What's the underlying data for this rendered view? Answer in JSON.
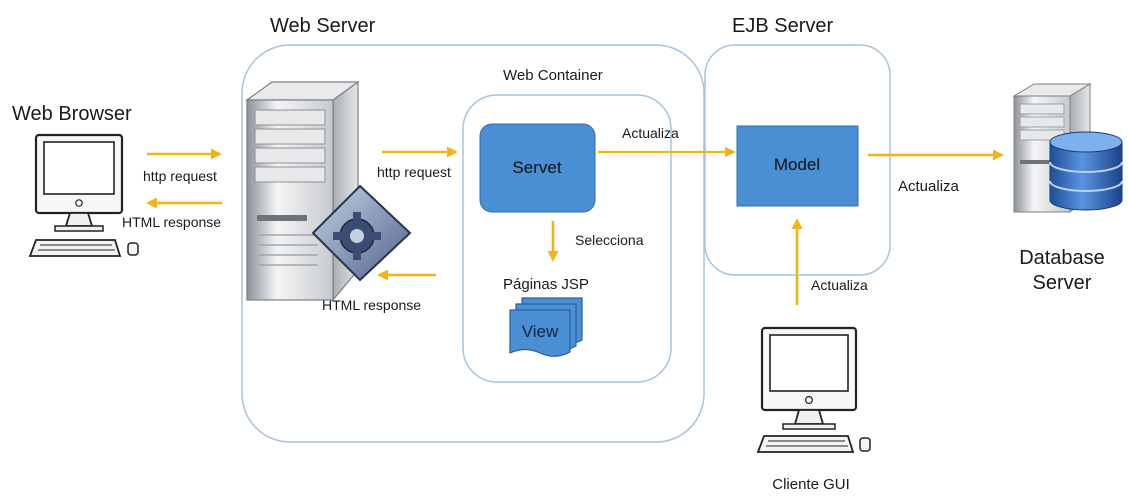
{
  "labels": {
    "web_server": "Web Server",
    "web_container": "Web Container",
    "ejb_server": "EJB Server",
    "web_browser": "Web Browser",
    "http_request_browser": "http request",
    "html_response_browser": "HTML response",
    "http_request_container": "http request",
    "html_response_server": "HTML response",
    "servet": "Servet",
    "selecciona": "Selecciona",
    "paginas_jsp": "Páginas JSP",
    "view": "View",
    "actualiza_servet_model": "Actualiza",
    "model": "Model",
    "actualiza_model_db": "Actualiza",
    "actualiza_gui_model": "Actualiza",
    "database_server_line1": "Database",
    "database_server_line2": "Server",
    "cliente_gui": "Cliente GUI"
  },
  "colors": {
    "arrow": "#f2b318",
    "box_fill": "#4a8fd4",
    "box_stroke": "#2e6fb0",
    "container_stroke": "#a9c4dc"
  },
  "icons": {
    "browser_computer": "desktop-computer-icon",
    "web_server_tower": "server-tower-icon",
    "app_gear": "gear-badge-icon",
    "database": "database-server-icon",
    "gui_computer": "desktop-computer-icon"
  }
}
